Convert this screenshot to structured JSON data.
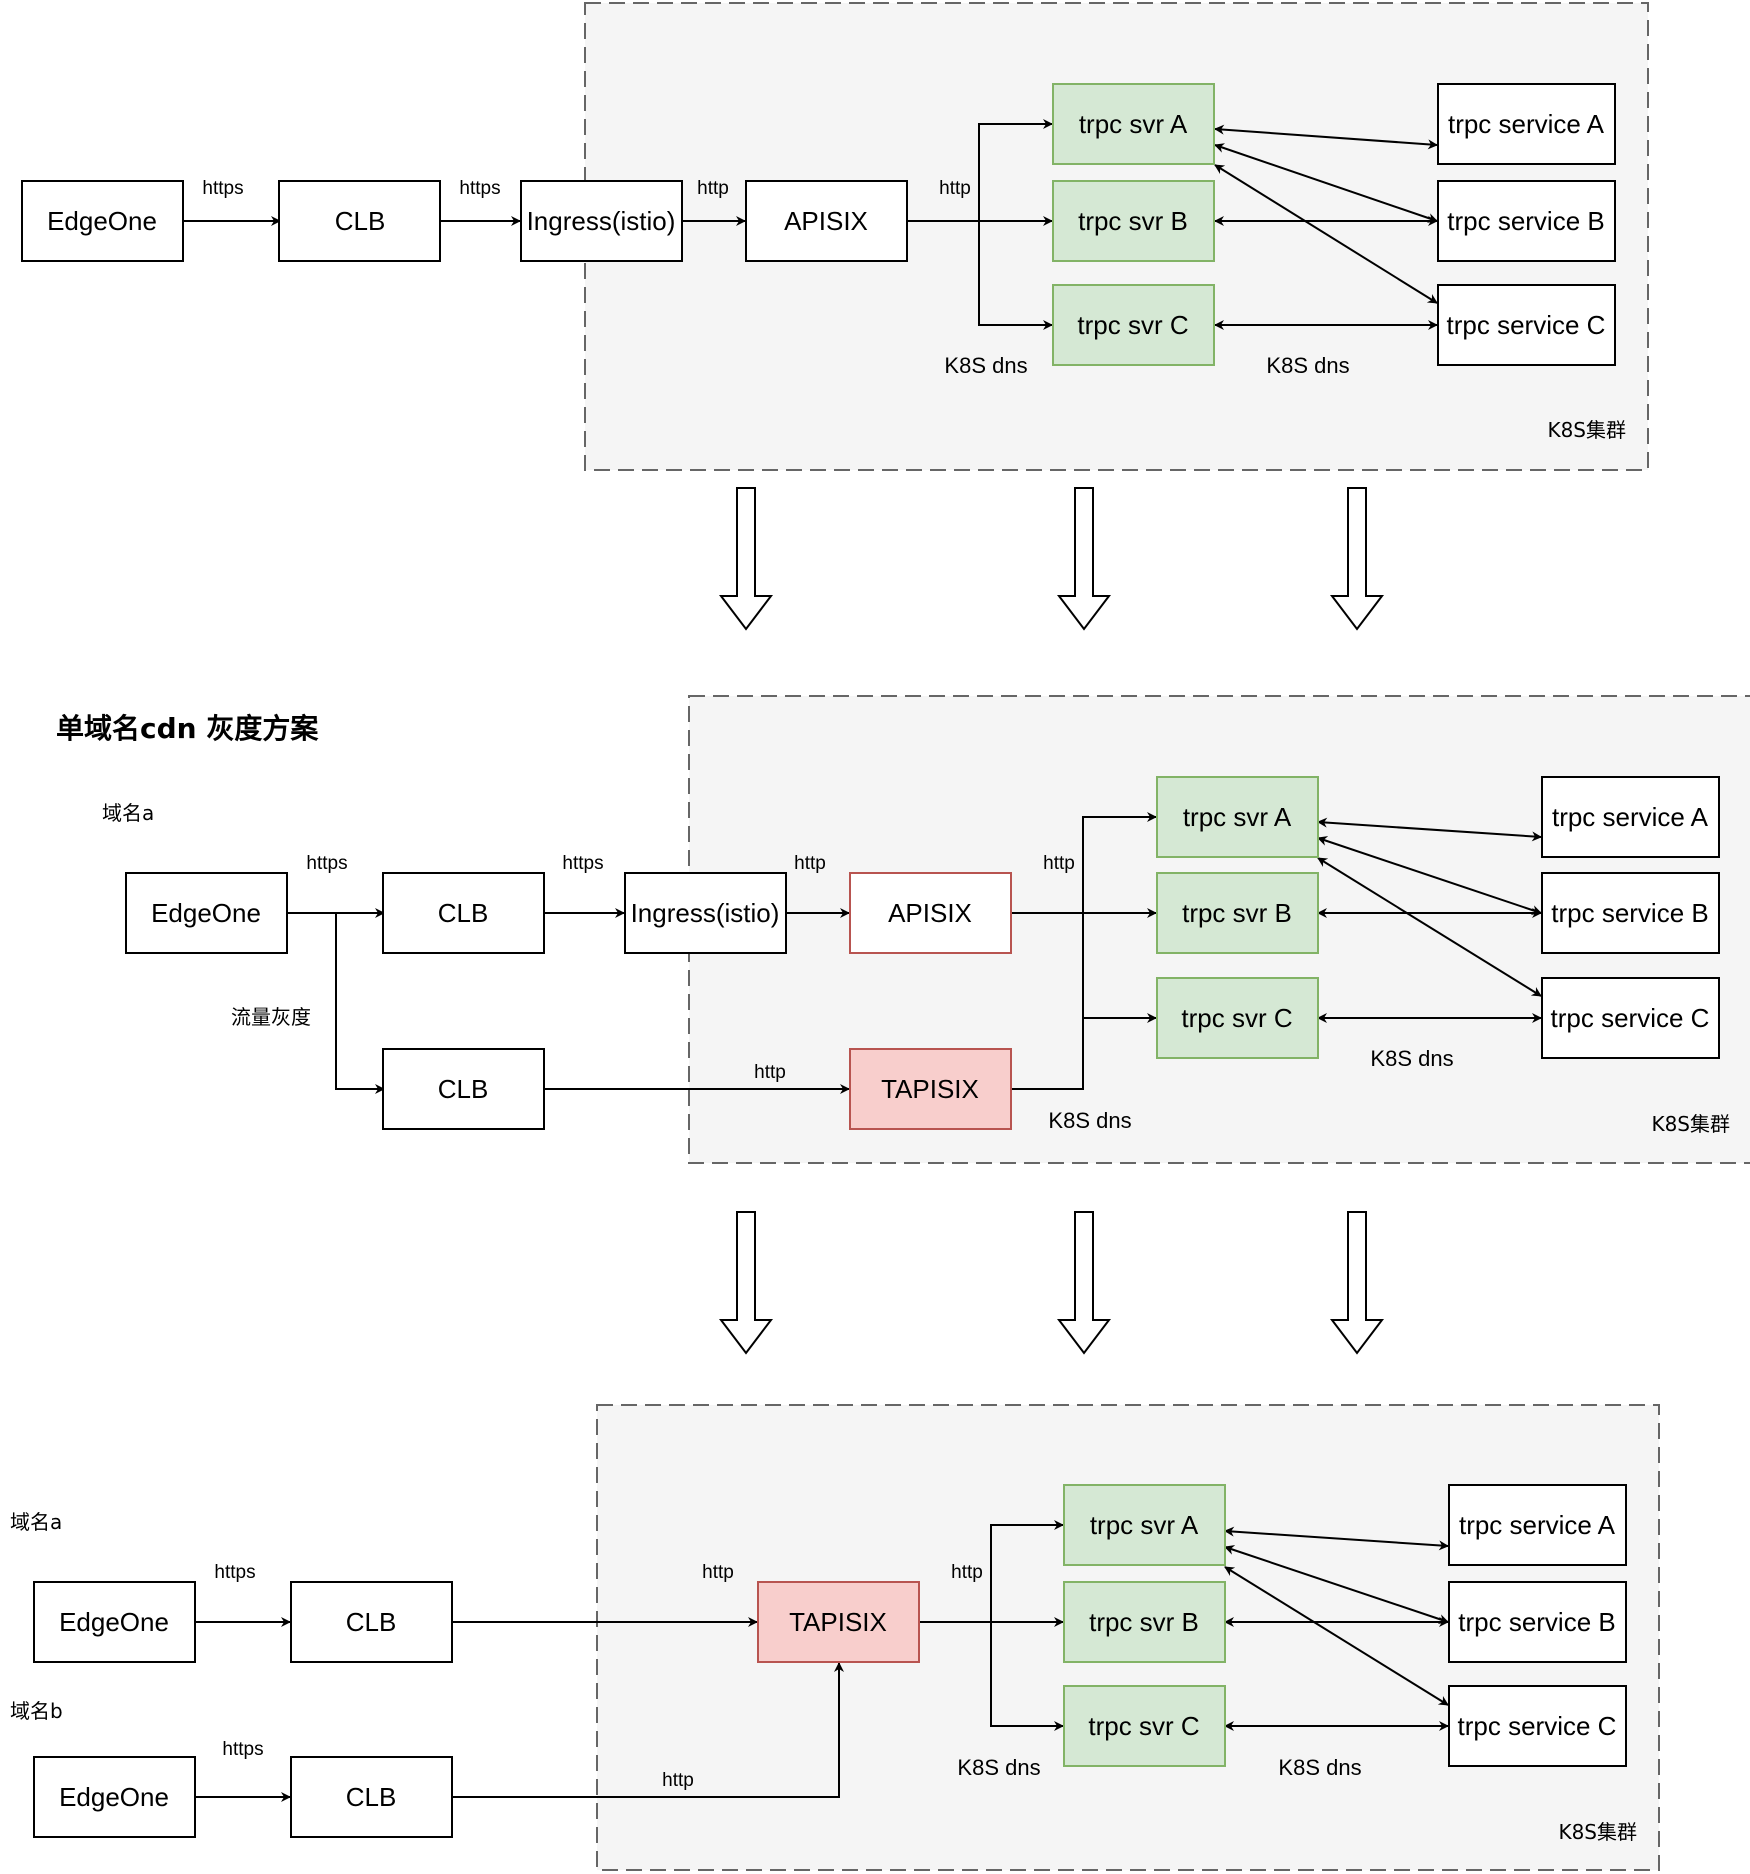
{
  "nodes": {
    "edgeone": "EdgeOne",
    "clb": "CLB",
    "ingress": "Ingress(istio)",
    "apisix": "APISIX",
    "tapisix": "TAPISIX",
    "svr_a": "trpc svr A",
    "svr_b": "trpc svr B",
    "svr_c": "trpc svr C",
    "service_a": "trpc service A",
    "service_b": "trpc service B",
    "service_c": "trpc service C"
  },
  "labels": {
    "https": "https",
    "http": "http",
    "k8s_dns": "K8S dns",
    "cluster": "K8S集群",
    "domain_a": "域名a",
    "domain_b": "域名b",
    "traffic_gray": "流量灰度"
  },
  "section2_title": "单域名cdn 灰度方案",
  "colors": {
    "svr_fill": "#d5e8d4",
    "svr_stroke": "#82b366",
    "tapisix_fill": "#f8cecc",
    "apisix_stroke": "#b85450",
    "cluster_fill": "#f5f5f5"
  }
}
